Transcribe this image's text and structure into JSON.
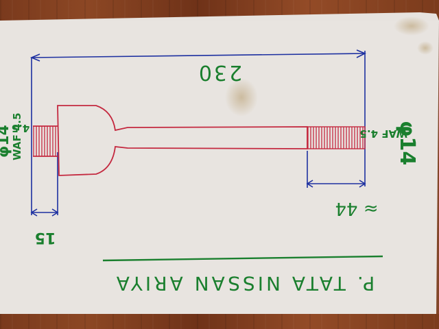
{
  "drawing": {
    "overall_length": "230",
    "head_length": "15",
    "thread_length": "≈ 44",
    "thread_left_dia": "φ14",
    "thread_left_pitch": "WAF 4.5",
    "thread_right_dia": "φ14",
    "thread_right_pitch": "WAF 4.5",
    "left_pitch_extra": "4.5",
    "caption": "P. TATA  NISSAN ARIYA"
  },
  "colors": {
    "paper": "#e7e3df",
    "ink_blue": "#1c2fa0",
    "ink_red": "#c4283f",
    "ink_green": "#1a7f2e",
    "wood": "#7f3e1f"
  }
}
